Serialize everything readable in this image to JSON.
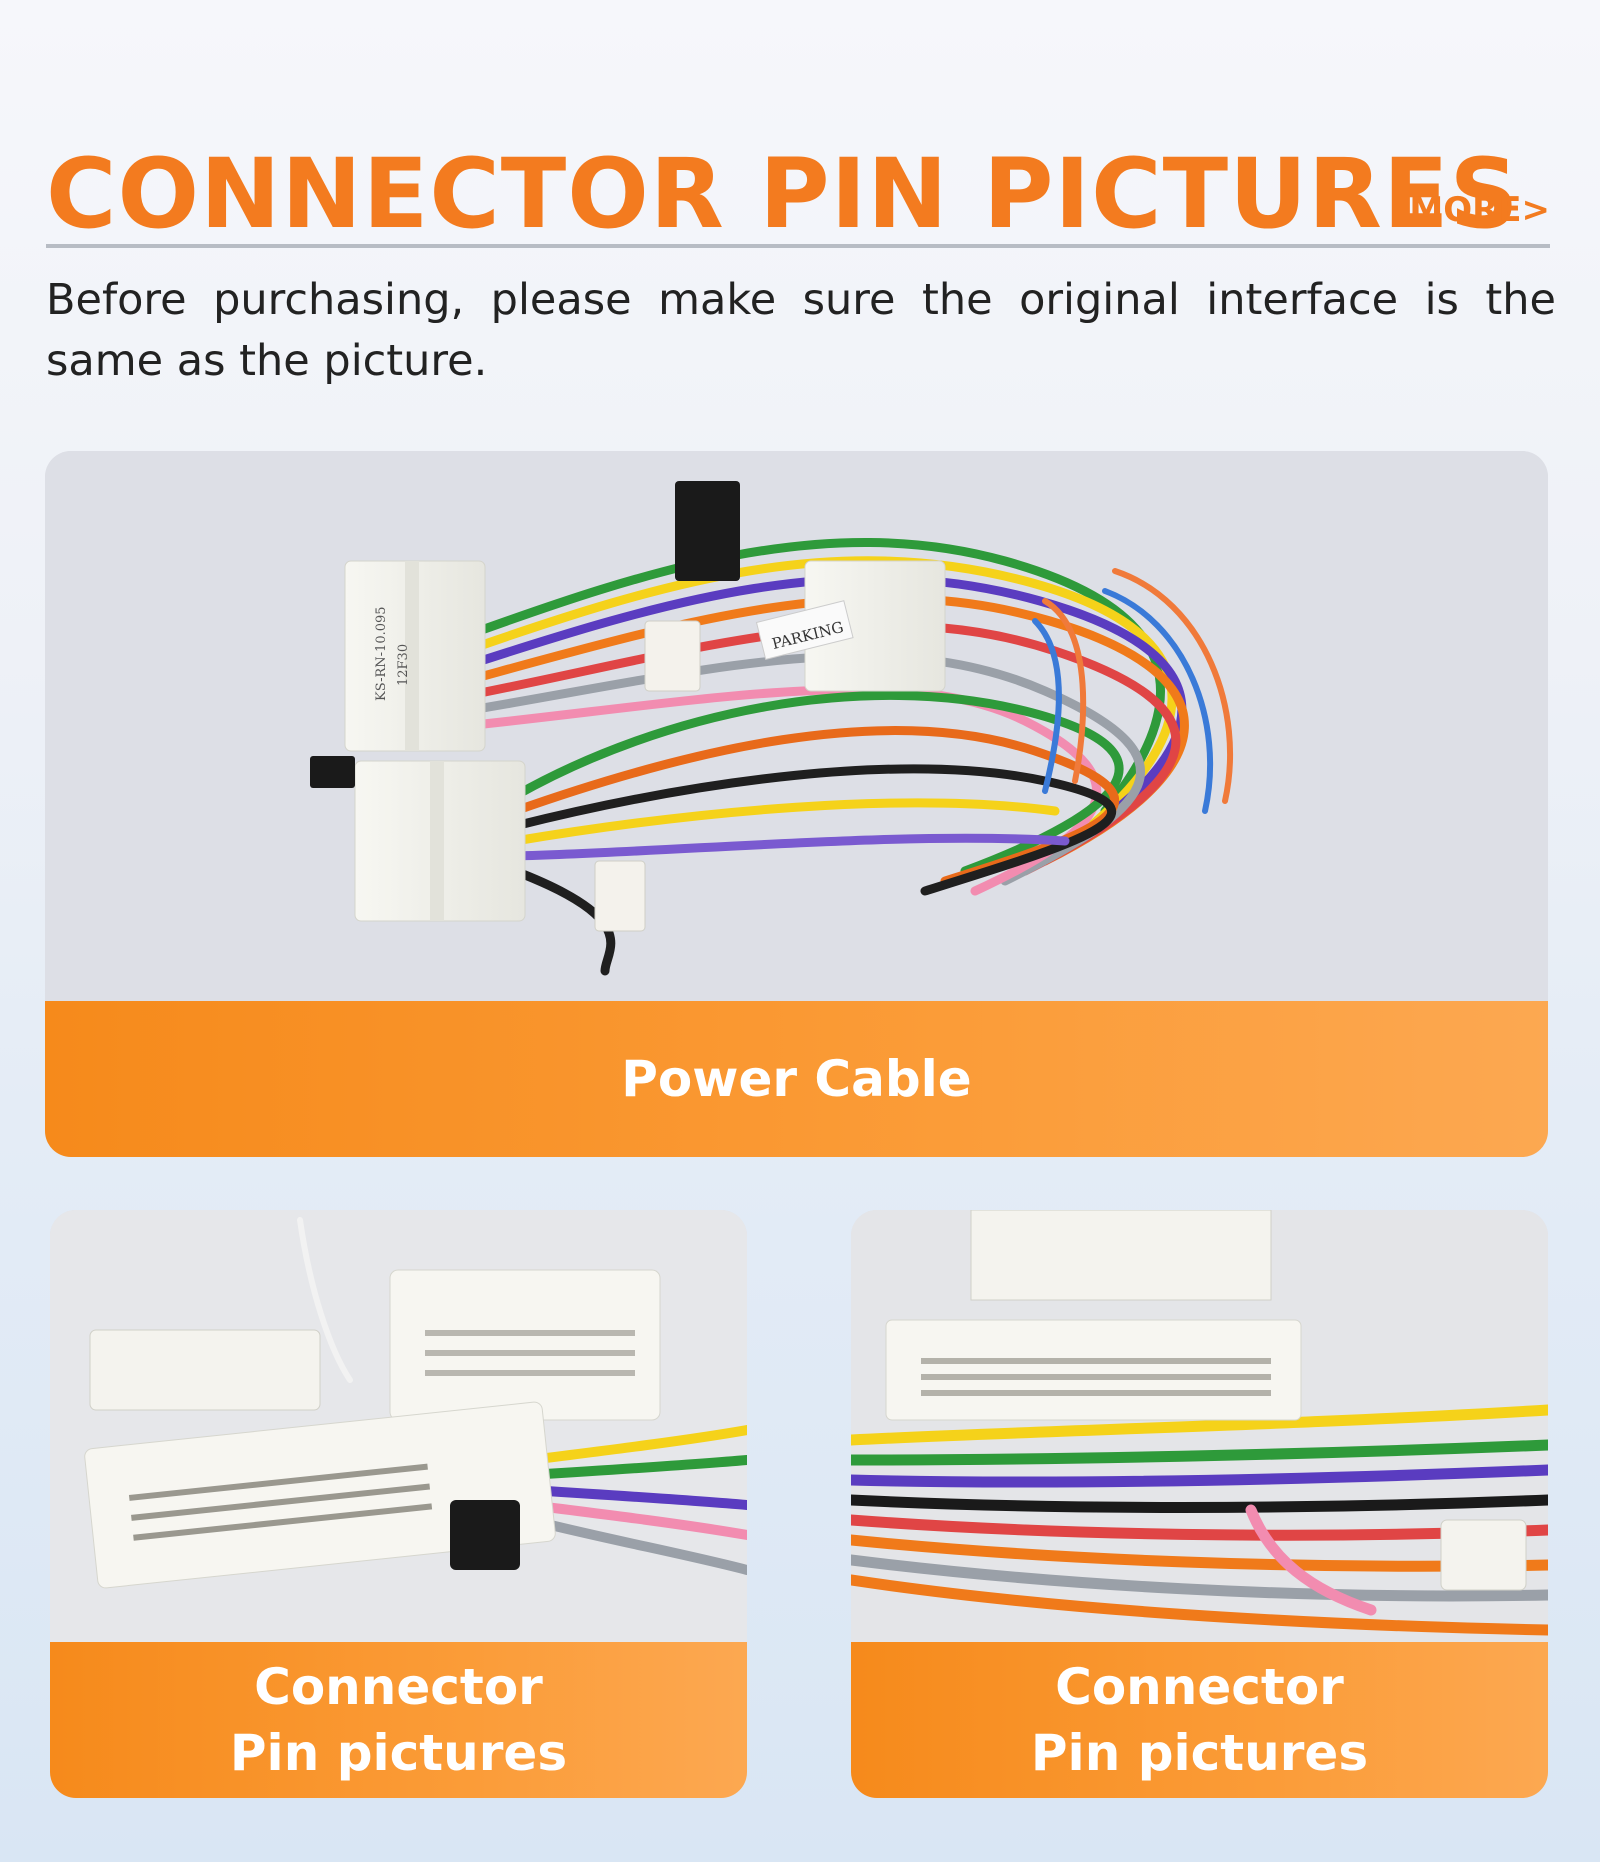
{
  "header": {
    "title": "CONNECTOR PIN PICTURES",
    "more_label": "MORE>"
  },
  "intro": {
    "text": "Before purchasing, please make sure the original interface is the same as the picture."
  },
  "cards": [
    {
      "caption": "Power Cable",
      "photo_labels": [
        "KS-RN-10.095",
        "12F30",
        "PARKING"
      ]
    },
    {
      "caption_line1": "Connector",
      "caption_line2": "Pin pictures"
    },
    {
      "caption_line1": "Connector",
      "caption_line2": "Pin pictures"
    }
  ],
  "colors": {
    "accent": "#f37b1f",
    "band": "#f8922a",
    "divider": "#b7bcc4"
  }
}
